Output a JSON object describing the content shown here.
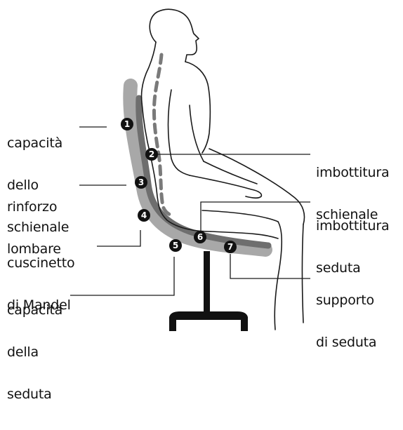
{
  "labels": {
    "capacita_schienale": [
      "capacità",
      "dello",
      "schienale"
    ],
    "rinforzo_lombare": [
      "rinforzo",
      "lombare"
    ],
    "cuscinetto_mandel": [
      "cuscinetto",
      "di Mandel"
    ],
    "capacita_seduta": [
      "capacità",
      "della",
      "seduta"
    ],
    "imbottitura_schienale": [
      "imbottitura",
      "schienale"
    ],
    "imbottitura_seduta": [
      "imbottitura",
      "seduta"
    ],
    "supporto_seduta": [
      "supporto",
      "di seduta"
    ]
  },
  "markers": {
    "m1": "1",
    "m2": "2",
    "m3": "3",
    "m4": "4",
    "m5": "5",
    "m6": "6",
    "m7": "7"
  },
  "colors": {
    "outline": "#1a1a1a",
    "chair_pad": "#a8a8a8",
    "chair_core": "#6e6e6e",
    "spine": "#7a7a7a",
    "marker": "#111111"
  }
}
